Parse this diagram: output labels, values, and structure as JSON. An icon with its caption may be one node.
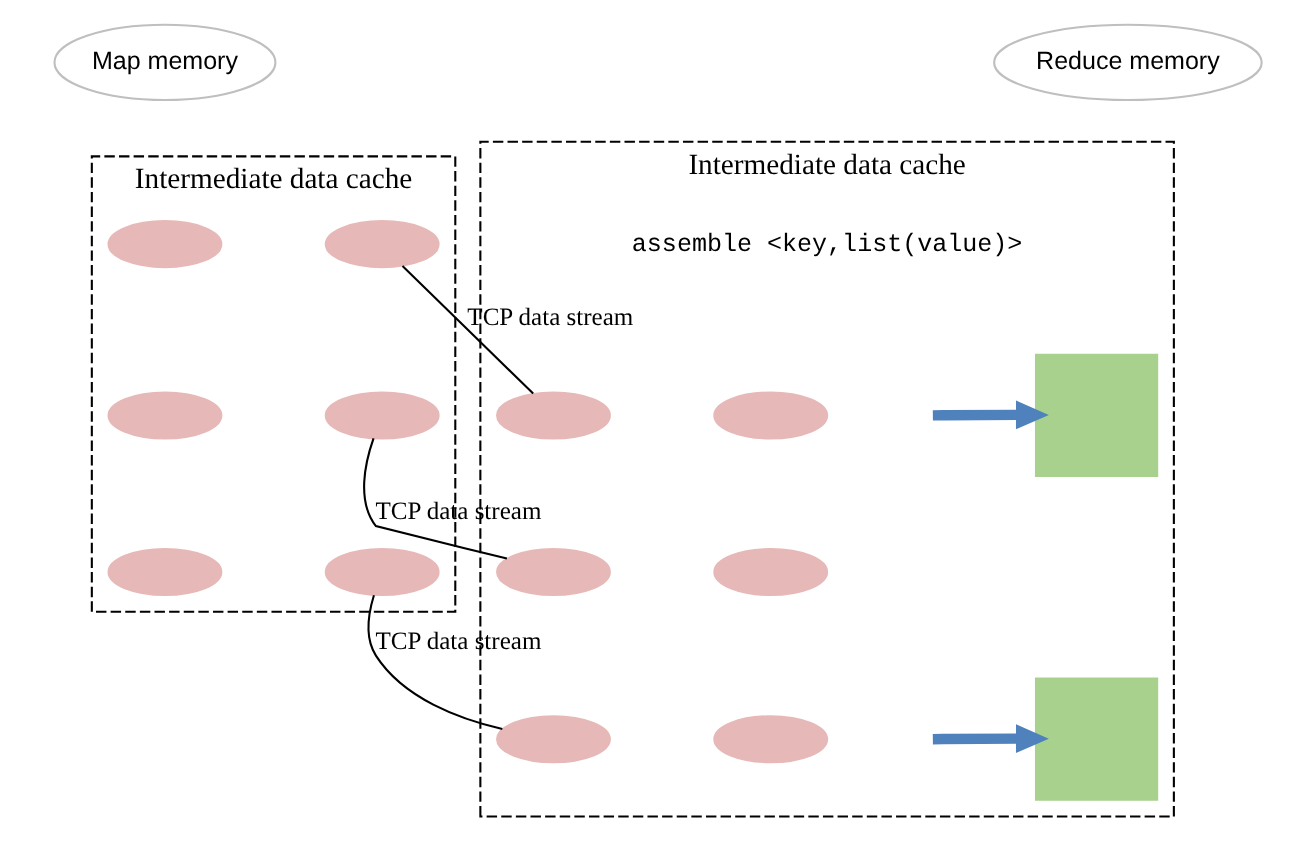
{
  "diagram": {
    "nodes": [
      {
        "text": [
          "Map memory"
        ]
      },
      {
        "text": [
          "Intermediate data cache"
        ]
      },
      {
        "text": [],
        "shape": "circle",
        "in": 1
      },
      {
        "text": [],
        "shape": "circle",
        "in": 1
      },
      {
        "text": [],
        "shape": "circle",
        "in": 1
      },
      {
        "text": [],
        "shape": "circle",
        "in": 1
      },
      {
        "text": [],
        "shape": "circle",
        "in": 1
      },
      {
        "text": [],
        "shape": "circle",
        "in": 1
      },
      {
        "text": [
          "Reduce memory"
        ]
      },
      {
        "text": [
          "Intermediate data cache"
        ]
      },
      {
        "text": [],
        "shape": "circle",
        "in": 9
      },
      {
        "text": [],
        "shape": "circle",
        "in": 9
      },
      {
        "text": [],
        "shape": "circle",
        "in": 9
      },
      {
        "text": [],
        "shape": "circle",
        "in": 9
      },
      {
        "text": [],
        "shape": "circle",
        "in": 9
      },
      {
        "text": [],
        "shape": "circle",
        "in": 9
      },
      {
        "text": [],
        "shape": "box",
        "in": 9
      },
      {
        "text": [],
        "shape": "box",
        "in": 9
      }
    ],
    "edges": [
      {
        "from": 3,
        "to": 10,
        "arrow": "none",
        "label": "TCP data stream"
      },
      {
        "from": 5,
        "to": 12,
        "arrow": "none",
        "label": "TCP data stream"
      },
      {
        "from": 7,
        "to": 14,
        "arrow": "none",
        "label": "TCP data stream"
      },
      {
        "from": null,
        "to": 16,
        "arrow": "to",
        "style": "thick",
        "color": "#4f81bd"
      },
      {
        "from": null,
        "to": 17,
        "arrow": "to",
        "style": "thick",
        "color": "#4f81bd"
      }
    ],
    "labels": [
      "assemble <key,list(value)>"
    ]
  }
}
